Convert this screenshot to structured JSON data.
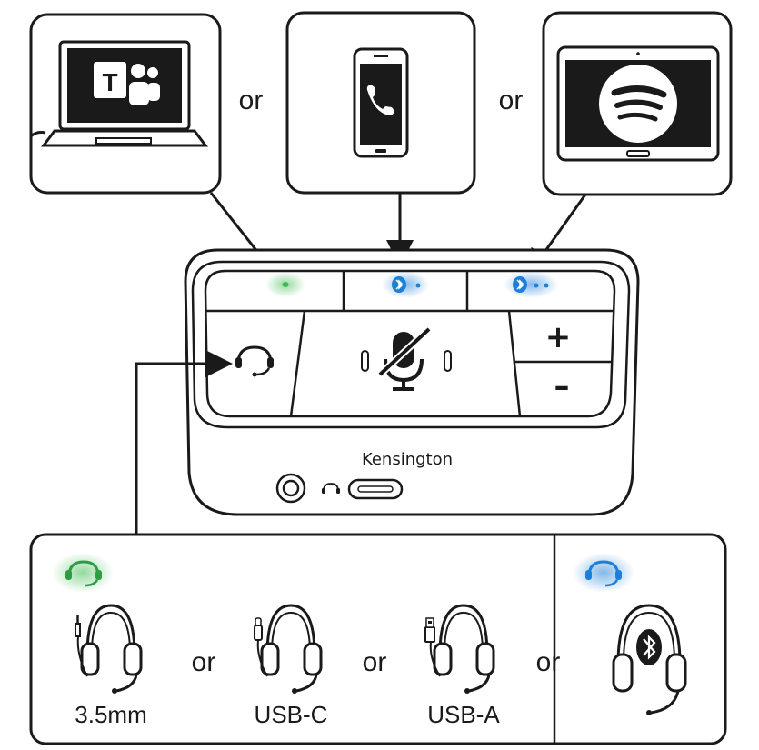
{
  "sources": {
    "laptop": {
      "app_icon": "microsoft-teams-logo"
    },
    "phone": {
      "app_icon": "phone-call-icon"
    },
    "tablet": {
      "app_icon": "spotify-logo"
    },
    "or_1": "or",
    "or_2": "or"
  },
  "device": {
    "brand": "Kensington",
    "buttons": {
      "wired_source": "green-led",
      "bluetooth_1": "bluetooth-icon",
      "bluetooth_2": "bluetooth-icon",
      "headset": "headset-icon",
      "mute": "muted-microphone-icon",
      "volume_up": "+",
      "volume_down": "–"
    },
    "ports": [
      "3.5mm-jack",
      "headset-symbol",
      "usb-c-port"
    ]
  },
  "headsets": {
    "wired": [
      {
        "label": "3.5mm",
        "connector": "3.5mm-plug"
      },
      {
        "label": "USB-C",
        "connector": "usb-c-plug"
      },
      {
        "label": "USB-A",
        "connector": "usb-a-plug"
      }
    ],
    "or_1": "or",
    "or_2": "or",
    "or_3": "or",
    "bluetooth": {
      "connector": "bluetooth-icon"
    }
  },
  "colors": {
    "green_glow": "#3dbb52",
    "blue_glow": "#1e7fd8",
    "line": "#1a1a1a"
  }
}
